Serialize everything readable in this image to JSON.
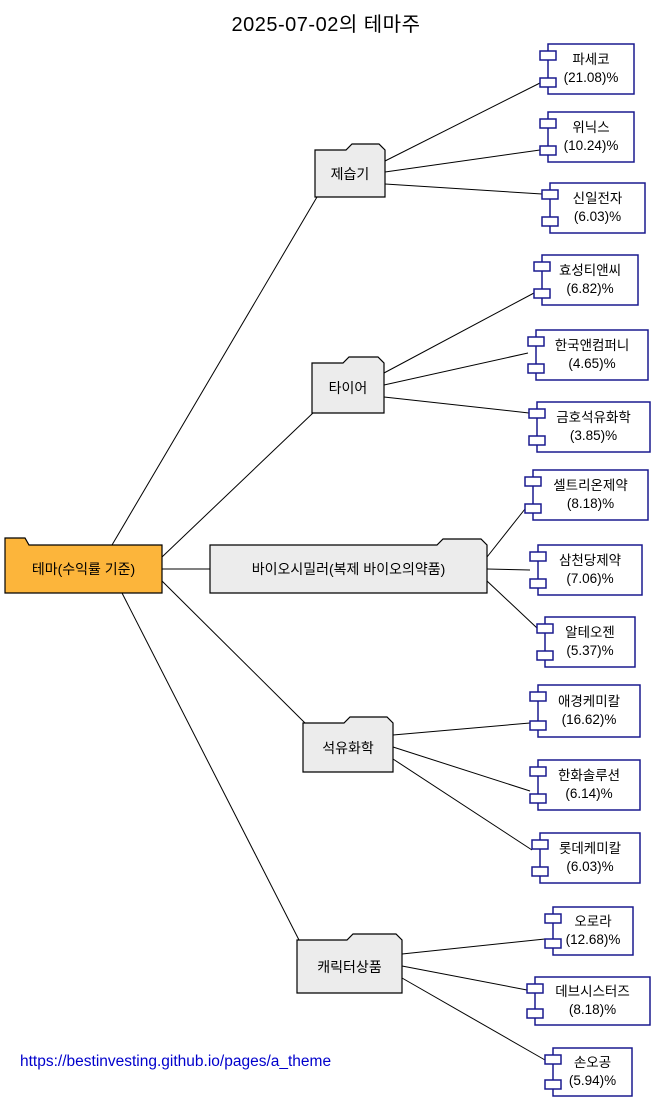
{
  "title": "2025-07-02의 테마주",
  "root": {
    "label": "테마(수익률 기준)"
  },
  "themes": [
    {
      "label": "제습기",
      "stocks": [
        {
          "name": "파세코",
          "return": "(21.08)%"
        },
        {
          "name": "위닉스",
          "return": "(10.24)%"
        },
        {
          "name": "신일전자",
          "return": "(6.03)%"
        }
      ]
    },
    {
      "label": "타이어",
      "stocks": [
        {
          "name": "효성티앤씨",
          "return": "(6.82)%"
        },
        {
          "name": "한국앤컴퍼니",
          "return": "(4.65)%"
        },
        {
          "name": "금호석유화학",
          "return": "(3.85)%"
        }
      ]
    },
    {
      "label": "바이오시밀러(복제 바이오의약품)",
      "stocks": [
        {
          "name": "셀트리온제약",
          "return": "(8.18)%"
        },
        {
          "name": "삼천당제약",
          "return": "(7.06)%"
        },
        {
          "name": "알테오젠",
          "return": "(5.37)%"
        }
      ]
    },
    {
      "label": "석유화학",
      "stocks": [
        {
          "name": "애경케미칼",
          "return": "(16.62)%"
        },
        {
          "name": "한화솔루션",
          "return": "(6.14)%"
        },
        {
          "name": "롯데케미칼",
          "return": "(6.03)%"
        }
      ]
    },
    {
      "label": "캐릭터상품",
      "stocks": [
        {
          "name": "오로라",
          "return": "(12.68)%"
        },
        {
          "name": "데브시스터즈",
          "return": "(8.18)%"
        },
        {
          "name": "손오공",
          "return": "(5.94)%"
        }
      ]
    }
  ],
  "footer": {
    "link": "https://bestinvesting.github.io/pages/a_theme"
  },
  "colors": {
    "root_fill": "#FCB53B",
    "theme_fill": "#ECECEC",
    "leaf_border": "#1A1A8F",
    "leaf_fill": "#FFFFFF",
    "edge": "#000000",
    "link": "#0000CC",
    "background": "#FFFFFF"
  }
}
